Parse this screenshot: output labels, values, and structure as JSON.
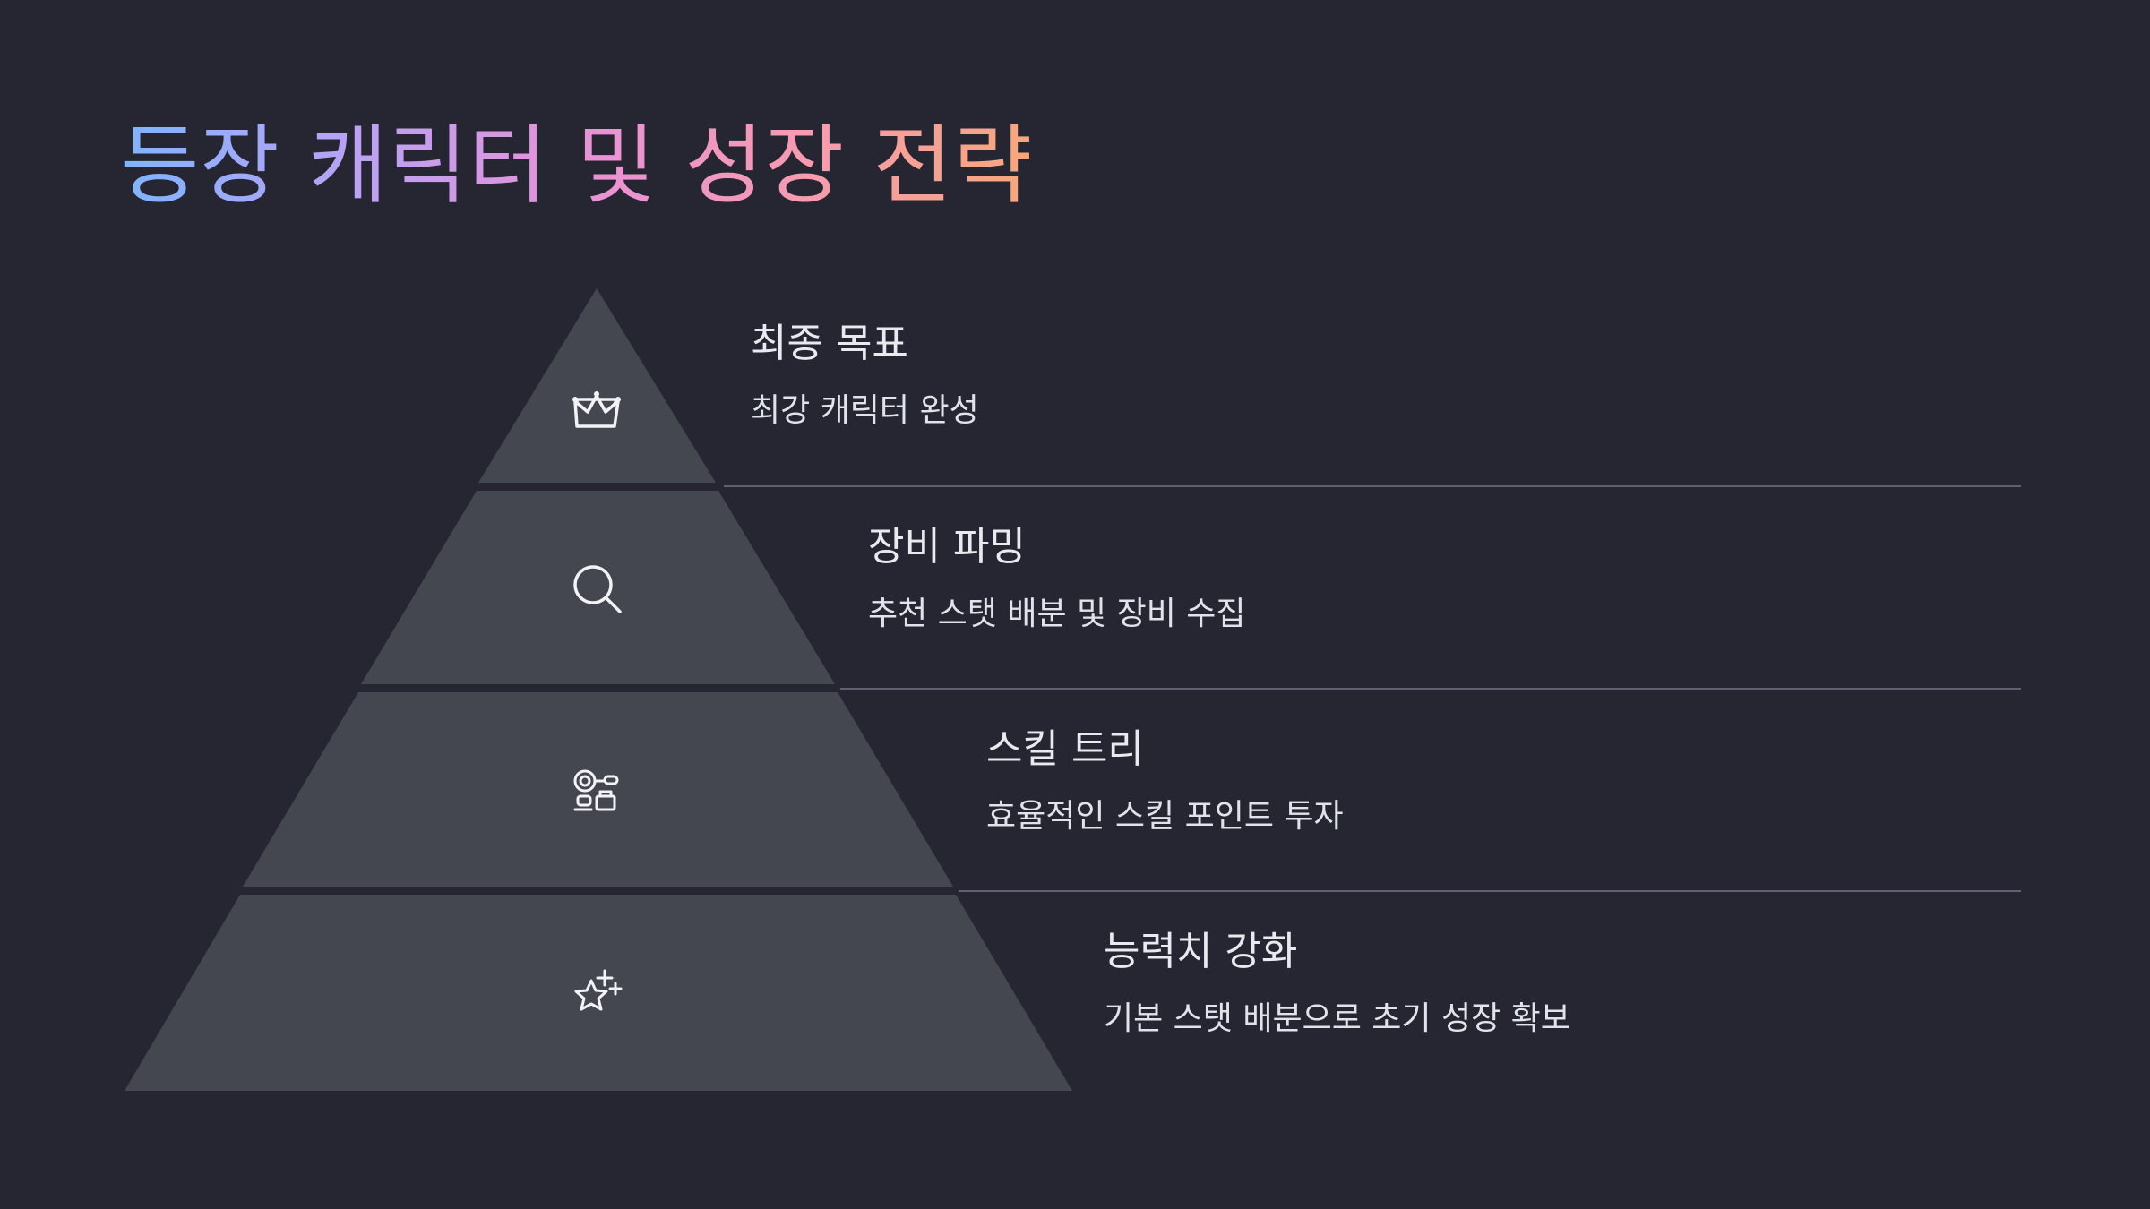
{
  "title": "등장 캐릭터 및 성장 전략",
  "colors": {
    "background": "#252631",
    "pyramid_fill": "#444650",
    "divider": "#5d6170",
    "icon_stroke": "#f2f3f7",
    "title_gradient": [
      "#7fb4ff",
      "#b8a2f5",
      "#e792d8",
      "#f69bb0",
      "#f7a77a"
    ]
  },
  "levels": [
    {
      "icon": "crown-icon",
      "heading": "최종 목표",
      "description": "최강 캐릭터 완성"
    },
    {
      "icon": "search-icon",
      "heading": "장비 파밍",
      "description": "추천 스탯 배분 및 장비 수집"
    },
    {
      "icon": "skill-tree-icon",
      "heading": "스킬 트리",
      "description": "효율적인 스킬 포인트 투자"
    },
    {
      "icon": "sparkle-star-icon",
      "heading": "능력치 강화",
      "description": "기본 스탯 배분으로 초기 성장 확보"
    }
  ]
}
